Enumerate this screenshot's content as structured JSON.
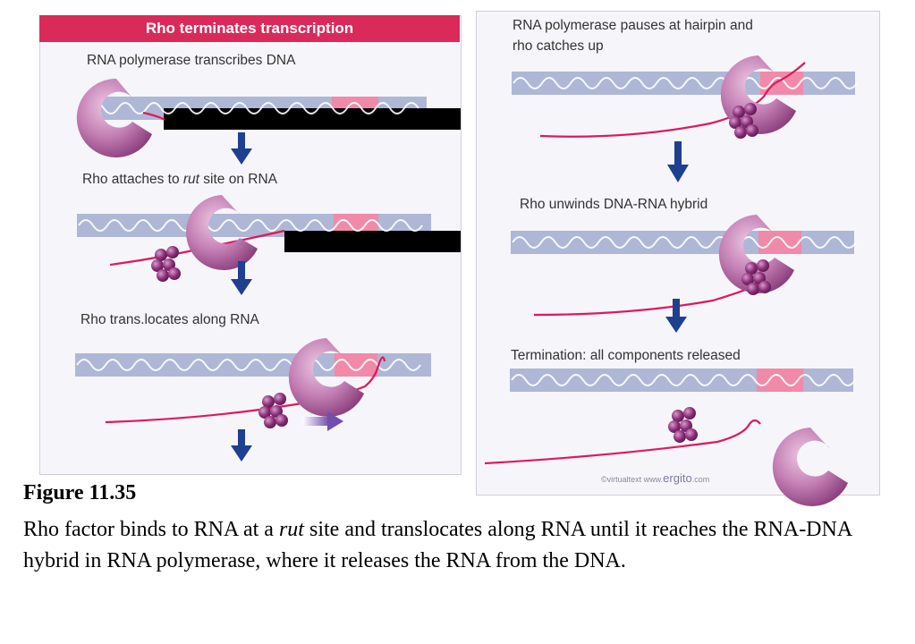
{
  "header": {
    "title": "Rho terminates transcription"
  },
  "steps": {
    "s1": "RNA polymerase transcribes DNA",
    "s2_pre": "Rho attaches to ",
    "s2_em": "rut",
    "s2_post": " site on RNA",
    "s3": "Rho trans.locates along RNA",
    "s4_line1": "RNA polymerase pauses at hairpin and",
    "s4_line2": "rho catches up",
    "s5": "Rho unwinds DNA-RNA hybrid",
    "s6": "Termination: all components released"
  },
  "credit": {
    "prefix": "©virtualtext  www.",
    "brand": "ergito",
    "suffix": ".com"
  },
  "figure": {
    "title": "Figure 11.35",
    "caption_pre": "Rho factor binds to RNA at a ",
    "caption_em": "rut",
    "caption_post": " site and translocates along RNA until it reaches the RNA-DNA hybrid in RNA polymerase, where it releases the RNA from the DNA."
  },
  "colors": {
    "header": "#d92a5a",
    "dna": "#aeb7d6",
    "rut_site": "#f08aa8",
    "rna": "#e0185a",
    "polymerase": "#b0609a",
    "rho": "#8a2f78",
    "arrow": "#1f3f8f"
  }
}
